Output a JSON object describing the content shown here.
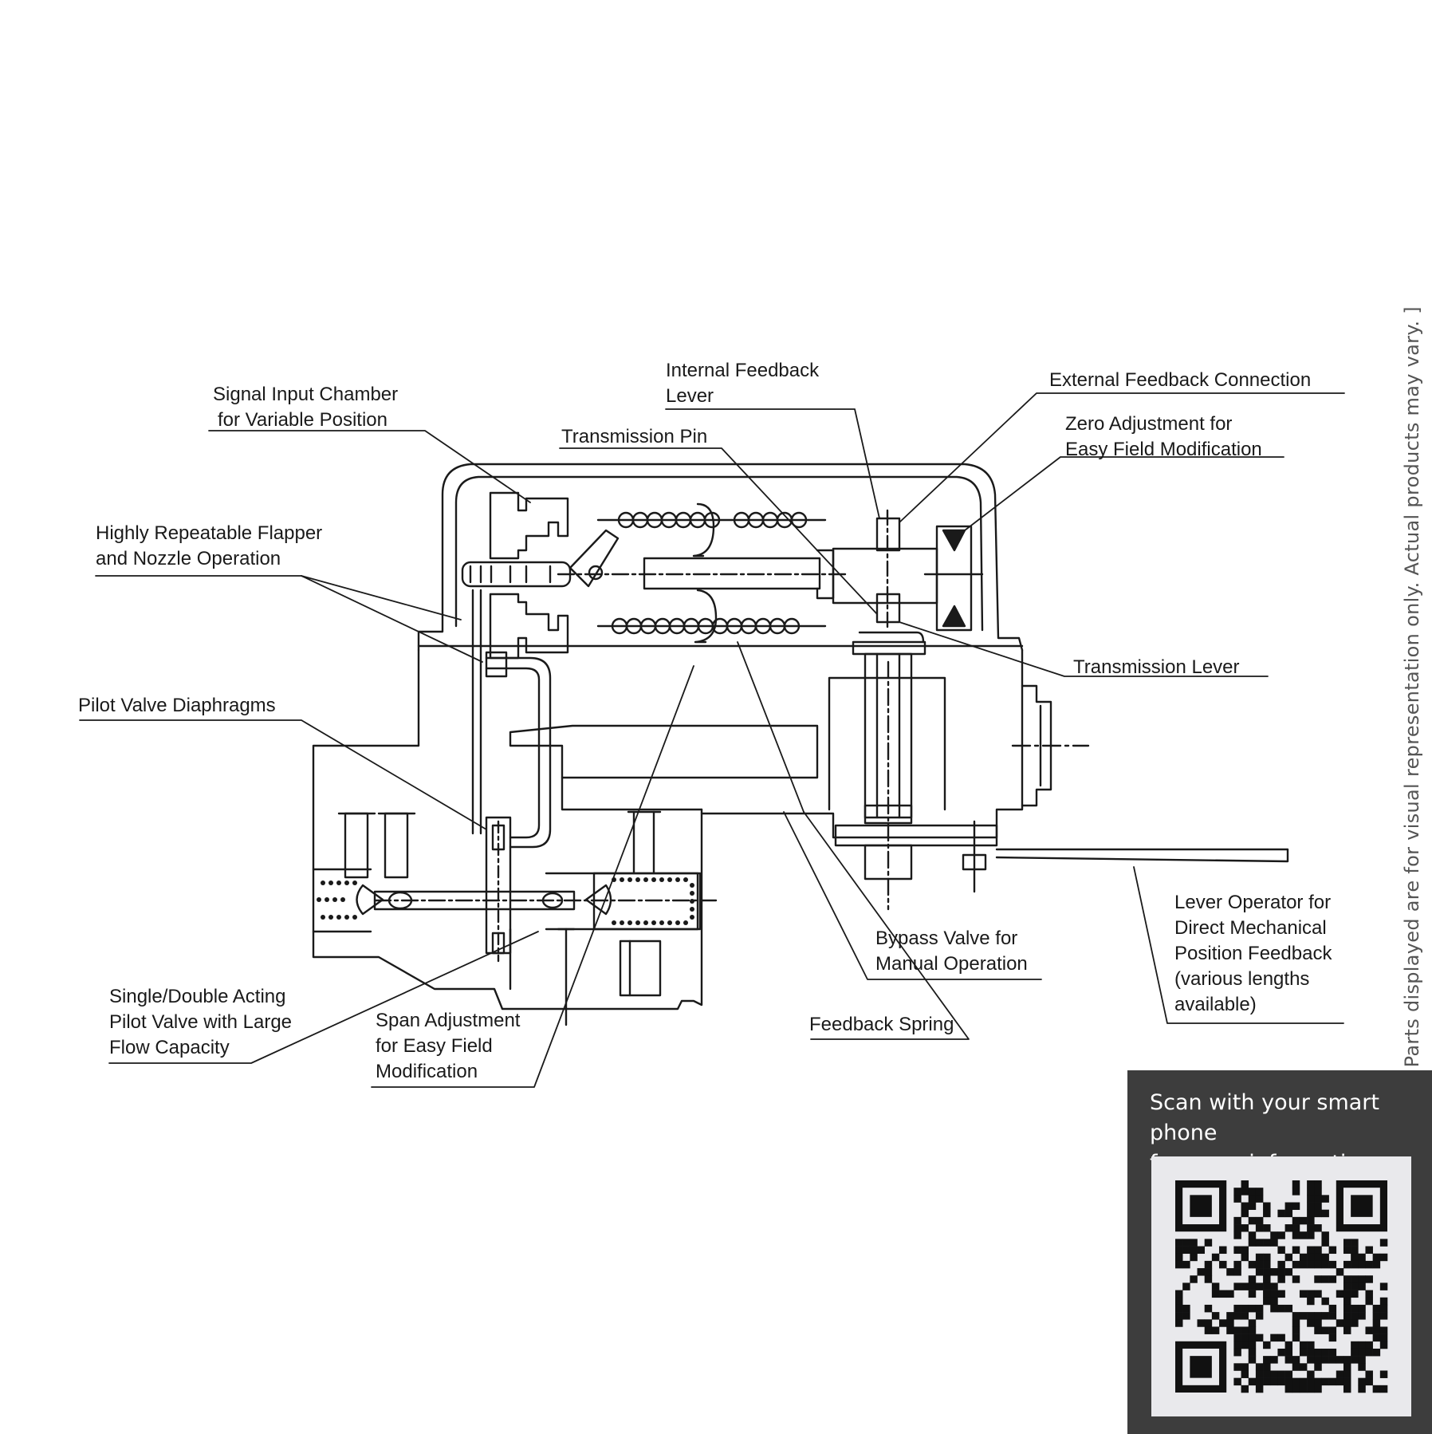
{
  "labels": {
    "signal_input_chamber": [
      "Signal Input Chamber",
      "for Variable Position"
    ],
    "internal_feedback_lever": [
      "Internal Feedback",
      "Lever"
    ],
    "external_feedback_connection": "External Feedback Connection",
    "transmission_pin": "Transmission Pin",
    "zero_adjustment": [
      "Zero Adjustment for",
      "Easy Field Modification"
    ],
    "flapper_nozzle": [
      "Highly Repeatable Flapper",
      "and Nozzle Operation"
    ],
    "transmission_lever": "Transmission Lever",
    "pilot_valve_diaphragms": "Pilot Valve Diaphragms",
    "lever_operator": [
      "Lever Operator for",
      "Direct Mechanical",
      "Position Feedback",
      "(various lengths",
      "available)"
    ],
    "bypass_valve": [
      "Bypass Valve for",
      "Manual Operation"
    ],
    "single_double_acting": [
      "Single/Double Acting",
      "Pilot Valve with Large",
      "Flow Capacity"
    ],
    "span_adjustment": [
      "Span Adjustment",
      "for Easy Field",
      "Modification"
    ],
    "feedback_spring": "Feedback Spring"
  },
  "disclaimer": "[ Parts displayed are for visual representation only. Actual products may vary. ]",
  "qr": {
    "caption": [
      "Scan with your smart phone",
      "for more information."
    ]
  },
  "colors": {
    "line": "#1a1a1a",
    "qr_panel": "#3d3d3d",
    "qr_background": "#e9e9ec",
    "qr_module": "#111111"
  }
}
